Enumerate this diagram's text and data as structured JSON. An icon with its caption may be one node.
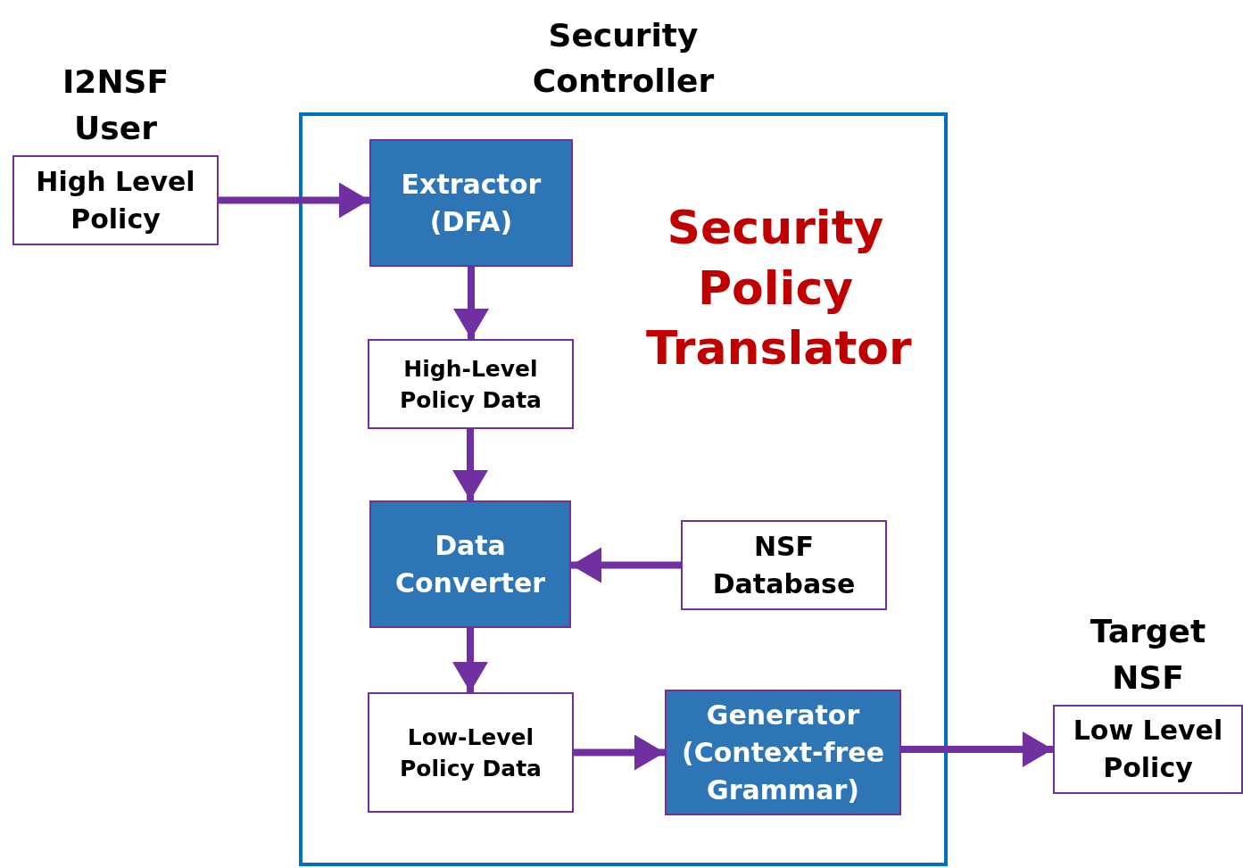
{
  "diagram": {
    "nodes": [
      {
        "text": [
          "I2NSF User",
          "High Level Policy"
        ]
      },
      {
        "text": [
          "Security Controller",
          "Security Policy Translator"
        ]
      },
      {
        "text": [
          "Extractor (DFA)"
        ],
        "in": 1
      },
      {
        "text": [
          "High-Level Policy Data"
        ],
        "in": 1
      },
      {
        "text": [
          "Data Converter"
        ],
        "in": 1
      },
      {
        "text": [
          "NSF Database"
        ],
        "in": 1
      },
      {
        "text": [
          "Low-Level Policy Data"
        ],
        "in": 1
      },
      {
        "text": [
          "Generator (Context-free Grammar)"
        ],
        "in": 1
      },
      {
        "text": [
          "Target NSF",
          "Low Level Policy"
        ]
      }
    ],
    "edges": [
      {
        "from": 0,
        "to": 2,
        "arrow": "to"
      },
      {
        "from": 2,
        "to": 3,
        "arrow": "to"
      },
      {
        "from": 3,
        "to": 4,
        "arrow": "to"
      },
      {
        "from": 5,
        "to": 4,
        "arrow": "to"
      },
      {
        "from": 4,
        "to": 6,
        "arrow": "to"
      },
      {
        "from": 6,
        "to": 7,
        "arrow": "to"
      },
      {
        "from": 7,
        "to": 8,
        "arrow": "to"
      }
    ]
  }
}
